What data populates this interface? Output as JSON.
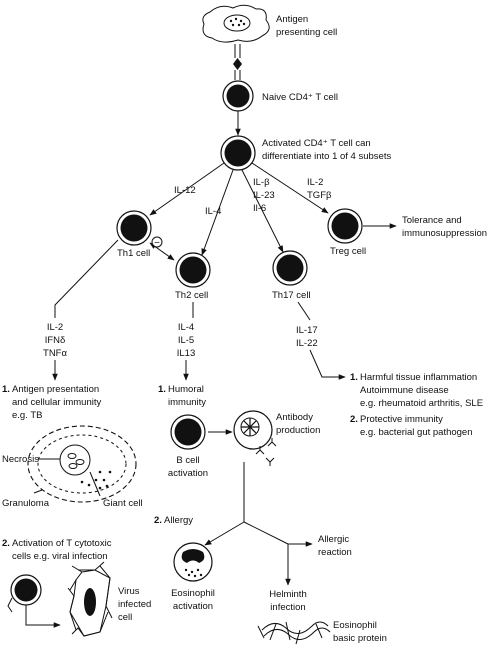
{
  "cells": {
    "apc": [
      "Antigen",
      "presenting cell"
    ],
    "naive": "Naive CD4⁺ T cell",
    "activated": [
      "Activated CD4⁺ T cell can",
      "differentiate into 1 of 4 subsets"
    ],
    "th1": "Th1 cell",
    "th2": "Th2 cell",
    "th17": "Th17 cell",
    "treg": "Treg cell",
    "bcell": [
      "B cell",
      "activation"
    ],
    "eosinophil": [
      "Eosinophil",
      "activation"
    ],
    "virus": [
      "Virus",
      "infected",
      "cell"
    ]
  },
  "cytokines": {
    "il12": "IL-12",
    "il4": "IL-4",
    "th17_inducers": [
      "IL-β",
      "IL-23",
      "Il-6"
    ],
    "treg_inducers": [
      "IL-2",
      "TGFβ"
    ],
    "th1_products": [
      "IL-2",
      "IFNδ",
      "TNFα"
    ],
    "th2_products": [
      "IL-4",
      "IL-5",
      "IL13"
    ],
    "th17_products": [
      "IL-17",
      "IL-22"
    ],
    "inhibition_sign": "−"
  },
  "outcomes": {
    "treg": [
      "Tolerance and",
      "immunosuppression"
    ],
    "th1_1": {
      "num": "1.",
      "lines": [
        "Antigen presentation",
        "and cellular immunity",
        "e.g. TB"
      ]
    },
    "granuloma": {
      "necrosis": "Necrosis",
      "granuloma": "Granuloma",
      "giant_cell": "Giant cell"
    },
    "th1_2": {
      "num": "2.",
      "lines": [
        "Activation of T cytotoxic",
        "cells e.g. viral infection"
      ]
    },
    "th2_1": {
      "num": "1.",
      "lines": [
        "Humoral",
        "immunity"
      ]
    },
    "antibody": [
      "Antibody",
      "production"
    ],
    "th2_2": {
      "num": "2.",
      "lines": [
        "Allergy"
      ]
    },
    "allergic": [
      "Allergic",
      "reaction"
    ],
    "helminth": [
      "Helminth",
      "infection"
    ],
    "ebp": [
      "Eosinophil",
      "basic protein"
    ],
    "th17_1": {
      "num": "1.",
      "lines": [
        "Harmful tissue inflammation",
        "Autoimmune disease",
        "e.g. rheumatoid arthritis, SLE"
      ]
    },
    "th17_2": {
      "num": "2.",
      "lines": [
        "Protective immunity",
        "e.g. bacterial gut pathogen"
      ]
    }
  }
}
